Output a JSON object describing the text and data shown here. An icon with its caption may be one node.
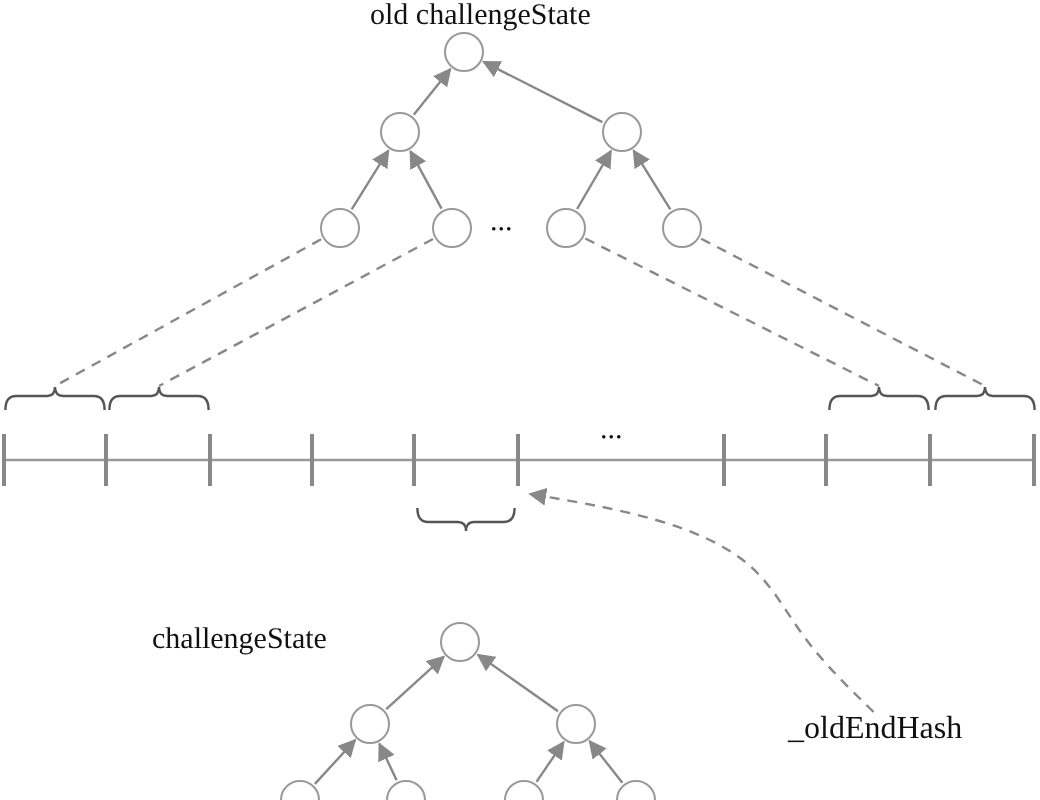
{
  "diagram": {
    "nodes": [
      {
        "text": [],
        "shape": "circle",
        "beside": [
          "old challengeState"
        ]
      },
      {
        "text": [],
        "shape": "circle"
      },
      {
        "text": [],
        "shape": "circle"
      },
      {
        "text": [],
        "shape": "circle"
      },
      {
        "text": [],
        "shape": "circle"
      },
      {
        "text": [],
        "shape": "circle"
      },
      {
        "text": [],
        "shape": "circle"
      },
      {
        "text": [],
        "shape": "bracket"
      },
      {
        "text": [],
        "shape": "bracket"
      },
      {
        "text": [],
        "shape": "bracket"
      },
      {
        "text": [],
        "shape": "bracket"
      },
      {
        "text": [],
        "shape": "bracket"
      },
      {
        "text": [],
        "shape": "circle"
      },
      {
        "text": [],
        "shape": "circle"
      },
      {
        "text": [],
        "shape": "circle"
      },
      {
        "text": [],
        "shape": "circle"
      },
      {
        "text": [],
        "shape": "circle"
      },
      {
        "text": [],
        "shape": "circle"
      },
      {
        "text": [],
        "shape": "circle"
      },
      {
        "text": [
          "_oldEndHash"
        ]
      }
    ],
    "edges": [
      {
        "from": 3,
        "to": 1,
        "arrow": "to"
      },
      {
        "from": 4,
        "to": 1,
        "arrow": "to"
      },
      {
        "from": 5,
        "to": 2,
        "arrow": "to"
      },
      {
        "from": 6,
        "to": 2,
        "arrow": "to"
      },
      {
        "from": 1,
        "to": 0,
        "arrow": "to"
      },
      {
        "from": 2,
        "to": 0,
        "arrow": "to"
      },
      {
        "from": 3,
        "to": 7,
        "arrow": "none",
        "style": "dashed"
      },
      {
        "from": 4,
        "to": 8,
        "arrow": "none",
        "style": "dashed"
      },
      {
        "from": 5,
        "to": 9,
        "arrow": "none",
        "style": "dashed"
      },
      {
        "from": 6,
        "to": 10,
        "arrow": "none",
        "style": "dashed"
      },
      {
        "from": 15,
        "to": 13,
        "arrow": "to"
      },
      {
        "from": 16,
        "to": 13,
        "arrow": "to"
      },
      {
        "from": 17,
        "to": 14,
        "arrow": "to"
      },
      {
        "from": 18,
        "to": 14,
        "arrow": "to"
      },
      {
        "from": 13,
        "to": 12,
        "arrow": "to"
      },
      {
        "from": 14,
        "to": 12,
        "arrow": "to"
      },
      {
        "from": 19,
        "to": 11,
        "arrow": "to",
        "style": "dashed"
      }
    ],
    "labels": [
      "...",
      "...",
      "challengeState"
    ]
  }
}
